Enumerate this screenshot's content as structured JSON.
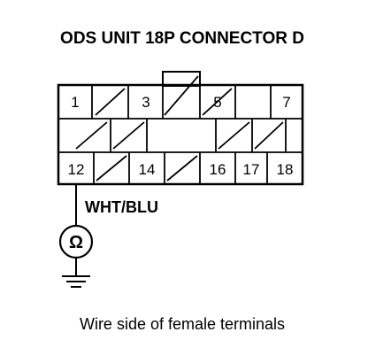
{
  "title": "ODS UNIT 18P CONNECTOR D",
  "connector": {
    "terminals": {
      "t1": "1",
      "t3": "3",
      "t5": "5",
      "t7": "7",
      "t12": "12",
      "t14": "14",
      "t16": "16",
      "t17": "17",
      "t18": "18"
    }
  },
  "wire": {
    "color_label": "WHT/BLU"
  },
  "meter": {
    "symbol": "Ω"
  },
  "caption": "Wire side of female terminals"
}
